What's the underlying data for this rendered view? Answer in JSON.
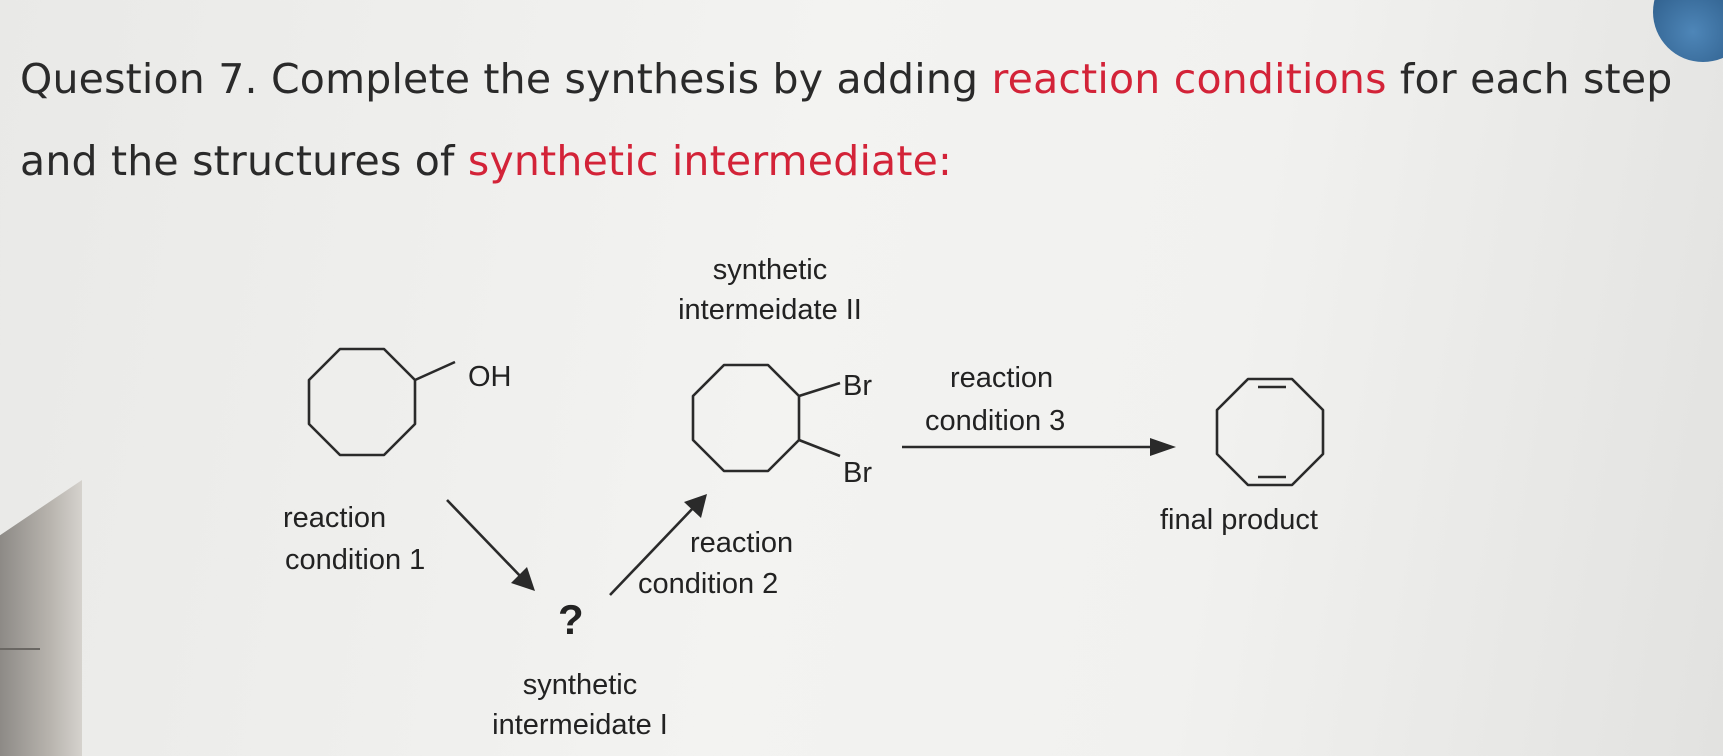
{
  "question": {
    "part1": "Question 7. Complete the synthesis by adding ",
    "highlight1": "reaction conditions",
    "part2": " for each step and the structures of ",
    "highlight2": "synthetic intermediate:",
    "highlight_color": "#d32338"
  },
  "scheme": {
    "start_material_label": "OH",
    "intermediate_2": {
      "title_line1": "synthetic",
      "title_line2": "intermeidate II",
      "sub1": "Br",
      "sub2": "Br"
    },
    "step1": {
      "line1": "reaction",
      "line2": "condition 1"
    },
    "step2": {
      "line1": "reaction",
      "line2": "condition 2"
    },
    "step3": {
      "line1": "reaction",
      "line2": "condition 3"
    },
    "intermediate_1": {
      "unknown": "?",
      "title_line1": "synthetic",
      "title_line2": "intermeidate I"
    },
    "final_product_label": "final product"
  }
}
